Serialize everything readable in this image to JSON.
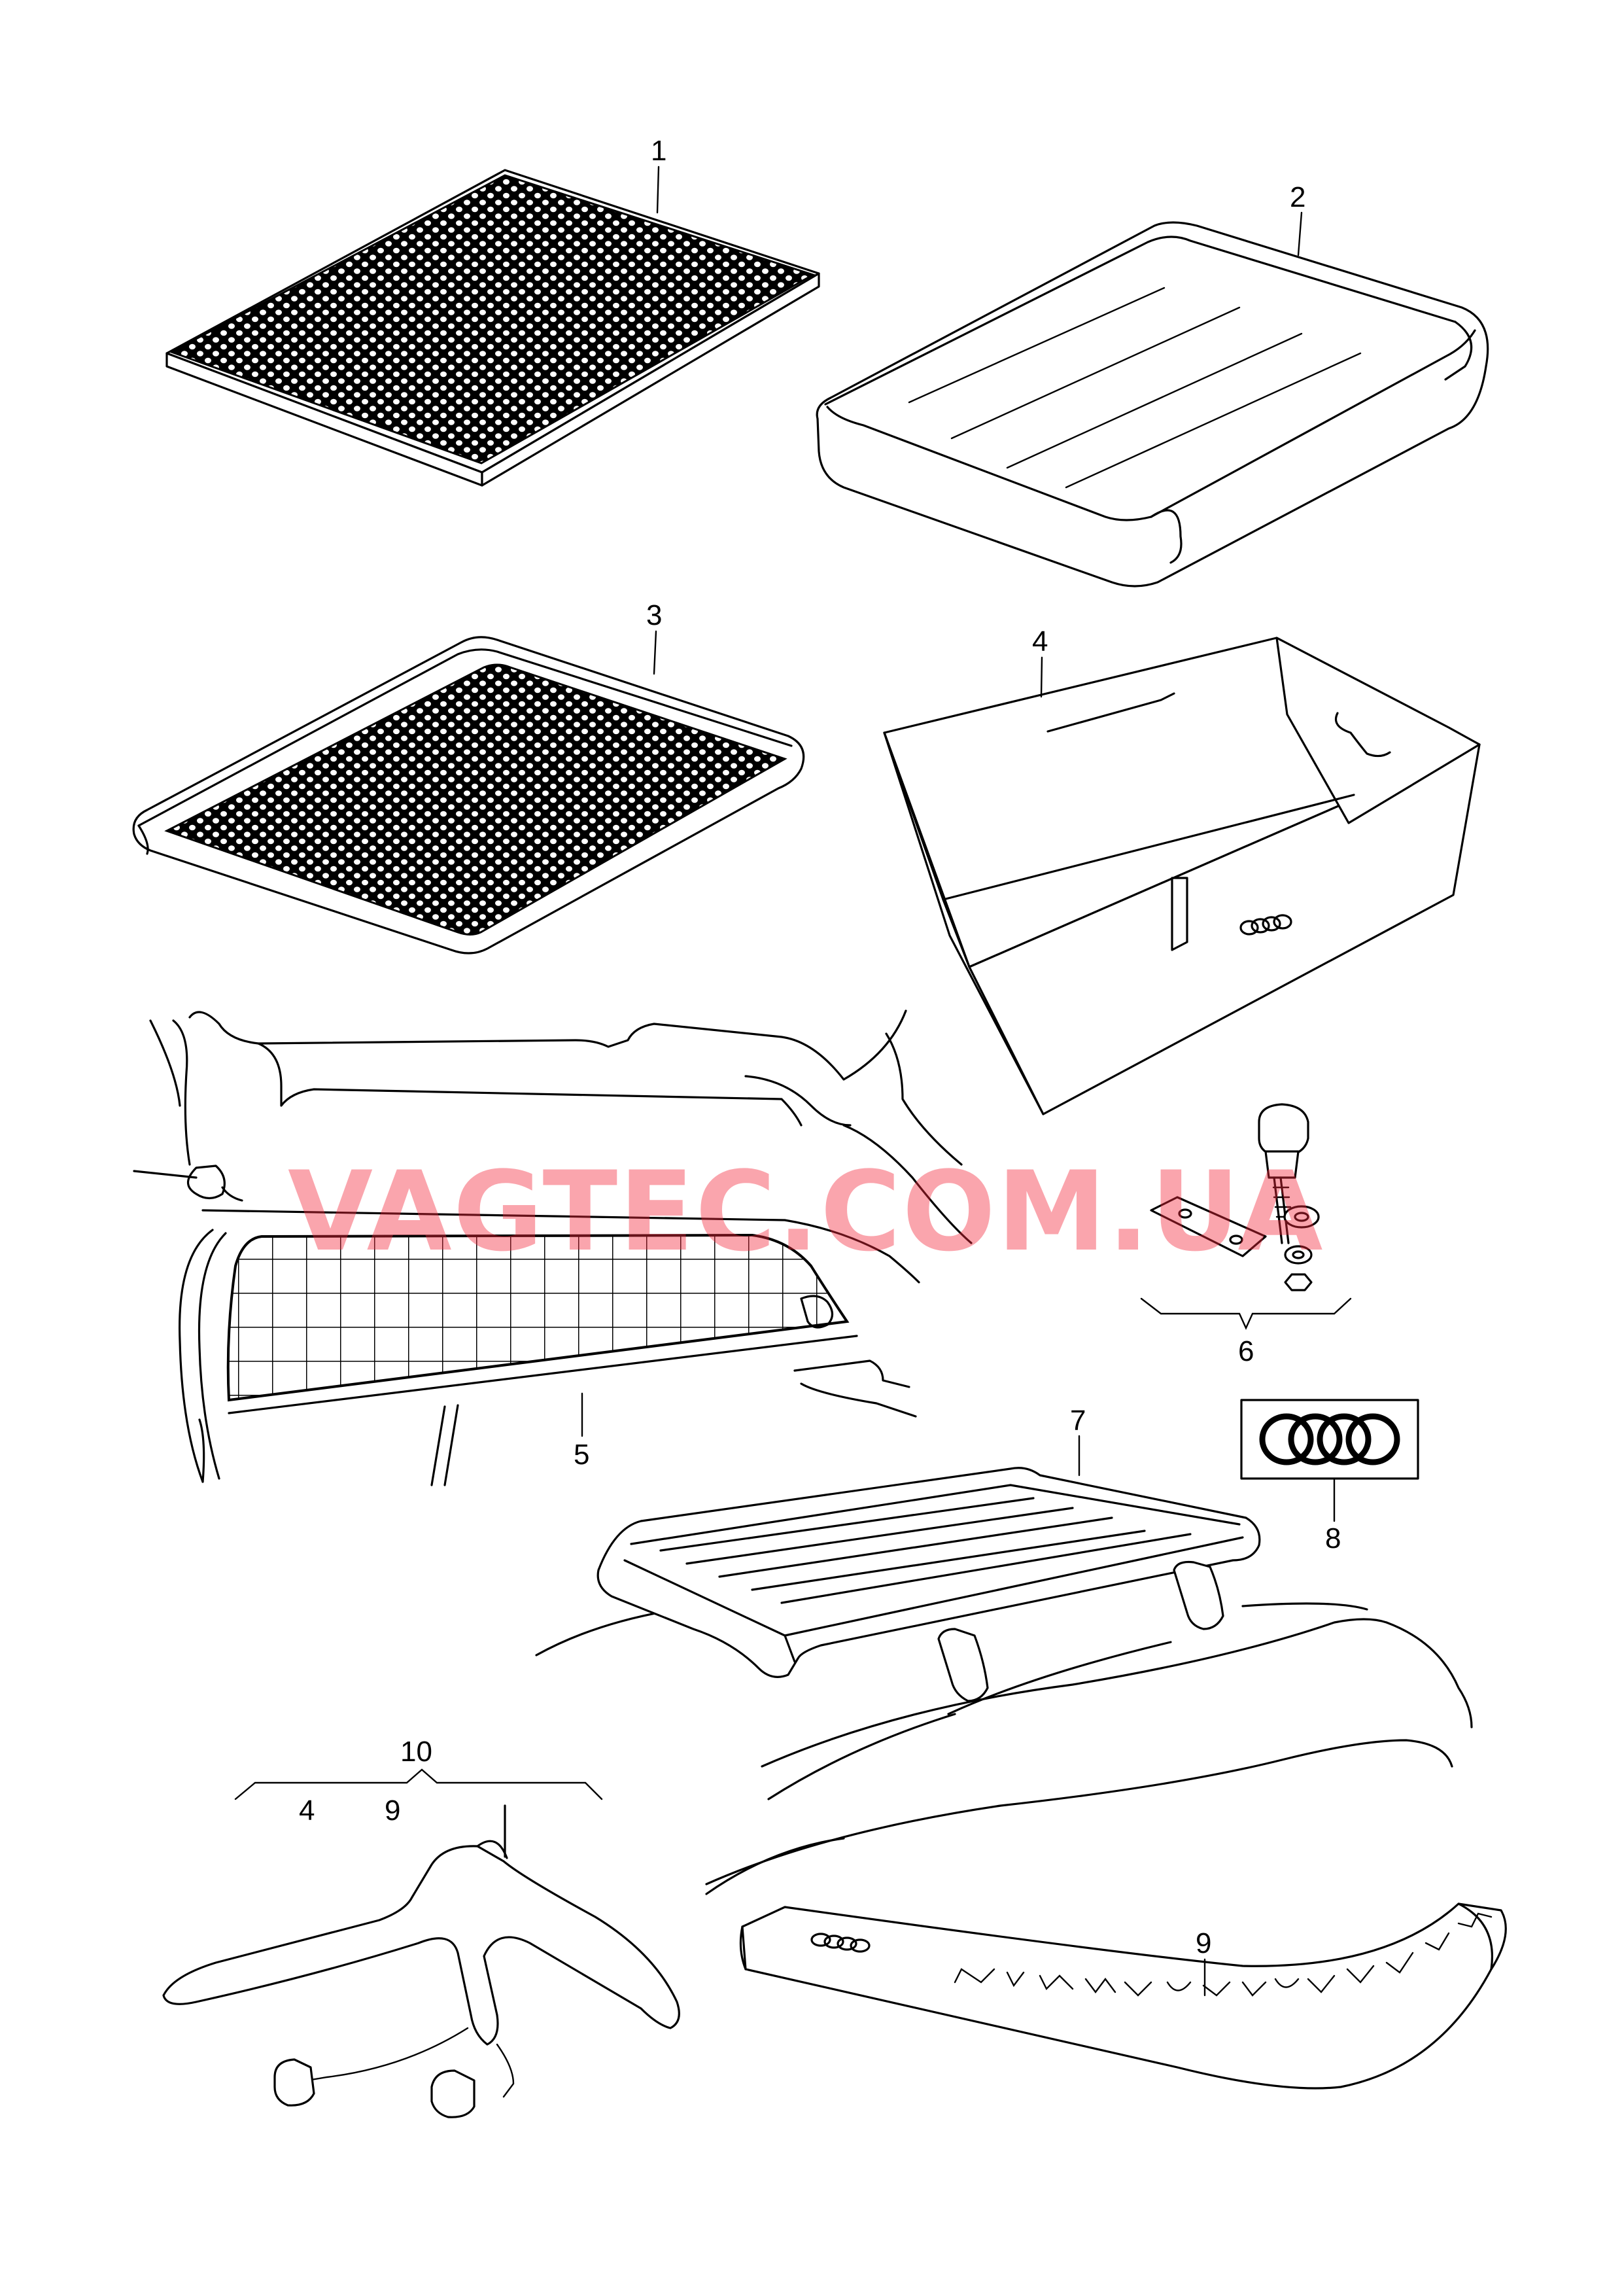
{
  "diagram": {
    "watermark": "VAGTEC.COM.UA",
    "callouts": {
      "c1": "1",
      "c2": "2",
      "c3": "3",
      "c4": "4",
      "c5": "5",
      "c6": "6",
      "c7": "7",
      "c8": "8",
      "c9": "9",
      "c10": "10",
      "c10_sub_a": "4",
      "c10_sub_b": "9"
    },
    "colors": {
      "line": "#000000",
      "watermark": "#f4283c",
      "background": "#ffffff"
    }
  }
}
